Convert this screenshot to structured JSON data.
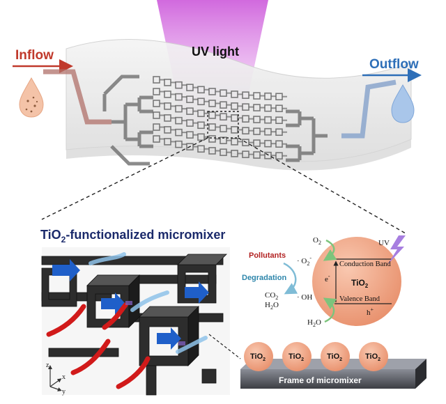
{
  "top": {
    "inflow_label": "Inflow",
    "outflow_label": "Outflow",
    "uv_light_label": "UV light"
  },
  "micromixer_panel": {
    "title_prefix": "TiO",
    "title_sub": "2",
    "title_suffix": "-functionalized micromixer",
    "axes": {
      "z": "z",
      "x": "x",
      "y": "y"
    }
  },
  "mechanism": {
    "o2": "O",
    "o2_sub": "2",
    "superoxide": "· O",
    "superoxide_sub": "2",
    "superoxide_sup": "-",
    "hydroxyl": "· OH",
    "h2o_in": "H",
    "h2o_in_sub": "2",
    "h2o_in_tail": "O",
    "pollutants": "Pollutants",
    "degradation": "Degradation",
    "co2": "CO",
    "co2_sub": "2",
    "h2o_out": "H",
    "h2o_out_sub": "2",
    "h2o_out_tail": "O",
    "uv": "UV",
    "conduction_band": "Conduction Band",
    "valence_band": "Valence Band",
    "electron": "e",
    "electron_sup": "-",
    "hole": "h",
    "hole_sup": "+",
    "particle_label": "TiO",
    "particle_sub": "2"
  },
  "frame": {
    "particles": [
      {
        "label": "TiO",
        "sub": "2"
      },
      {
        "label": "TiO",
        "sub": "2"
      },
      {
        "label": "TiO",
        "sub": "2"
      },
      {
        "label": "TiO",
        "sub": "2"
      }
    ],
    "caption": "Frame of micromixer"
  },
  "colors": {
    "inflow": "#c0392b",
    "outflow": "#2e6fb8",
    "uv_beam": "#d46be0",
    "pollutant_red": "#b22222",
    "degradation_blue": "#2e86ab",
    "tio2_particle": "#f2a98a",
    "frame_gray": "#4a4a4a",
    "arrow_blue": "#1f5fc9",
    "arrow_red": "#d11a1a",
    "title_navy": "#1b2a6b"
  }
}
